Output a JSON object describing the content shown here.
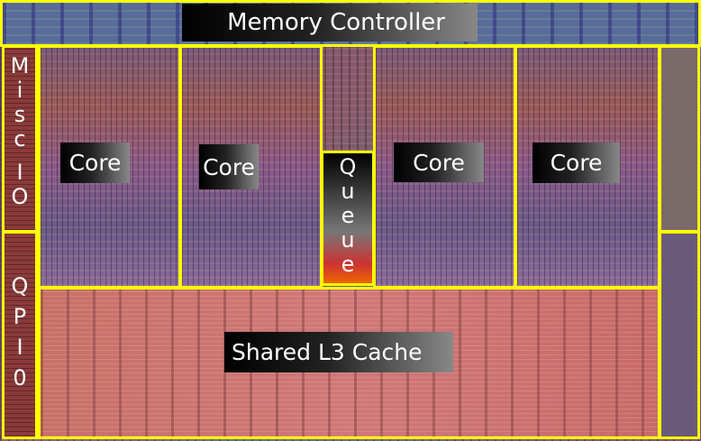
{
  "labels": {
    "memory_controller": "Memory Controller",
    "misc_io": [
      "M",
      "i",
      "s",
      "c",
      "I",
      "O"
    ],
    "qpi": [
      "Q",
      "P",
      "I",
      "0"
    ],
    "cores": [
      "Core",
      "Core",
      "Core",
      "Core"
    ],
    "queue": [
      "Q",
      "u",
      "e",
      "u",
      "e"
    ],
    "l3": "Shared L3 Cache"
  },
  "colors": {
    "outline": "#ffff00"
  }
}
